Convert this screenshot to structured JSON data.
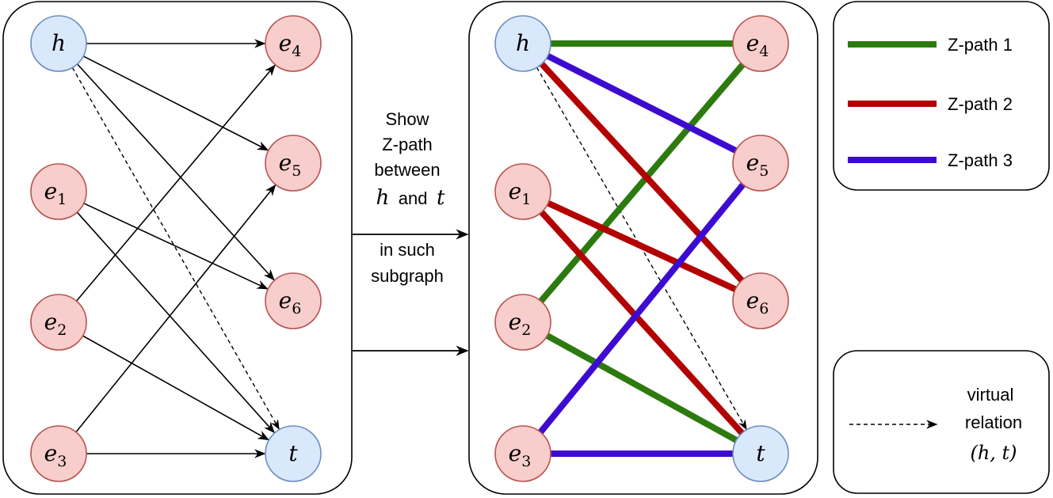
{
  "left_graph": {
    "nodes": [
      {
        "id": "h",
        "label": "h",
        "sub": "",
        "kind": "blue"
      },
      {
        "id": "e4",
        "label": "e",
        "sub": "4",
        "kind": "red"
      },
      {
        "id": "e5",
        "label": "e",
        "sub": "5",
        "kind": "red"
      },
      {
        "id": "e1",
        "label": "e",
        "sub": "1",
        "kind": "red"
      },
      {
        "id": "e6",
        "label": "e",
        "sub": "6",
        "kind": "red"
      },
      {
        "id": "e2",
        "label": "e",
        "sub": "2",
        "kind": "red"
      },
      {
        "id": "e3",
        "label": "e",
        "sub": "3",
        "kind": "red"
      },
      {
        "id": "t",
        "label": "t",
        "sub": "",
        "kind": "blue"
      }
    ],
    "edges": [
      {
        "from": "h",
        "to": "e4"
      },
      {
        "from": "h",
        "to": "e5"
      },
      {
        "from": "h",
        "to": "e6"
      },
      {
        "from": "e1",
        "to": "e6"
      },
      {
        "from": "e1",
        "to": "t"
      },
      {
        "from": "e2",
        "to": "e4"
      },
      {
        "from": "e2",
        "to": "t"
      },
      {
        "from": "e3",
        "to": "e5"
      },
      {
        "from": "e3",
        "to": "t"
      }
    ],
    "virtual_edge": {
      "from": "h",
      "to": "t"
    }
  },
  "transition": {
    "lines": [
      "Show",
      "Z-path",
      "between"
    ],
    "math_h": "h",
    "and_word": "and",
    "math_t": "t",
    "lines2": [
      "in such",
      "subgraph"
    ]
  },
  "right_graph": {
    "paths": [
      {
        "name": "Z-path 1",
        "color": "#2d7a0f",
        "segments": [
          [
            "h",
            "e4"
          ],
          [
            "e4",
            "e2"
          ],
          [
            "e2",
            "t"
          ]
        ]
      },
      {
        "name": "Z-path 2",
        "color": "#b30000",
        "segments": [
          [
            "h",
            "e6"
          ],
          [
            "e6",
            "e1"
          ],
          [
            "e1",
            "t"
          ]
        ]
      },
      {
        "name": "Z-path 3",
        "color": "#3d0bd0",
        "segments": [
          [
            "h",
            "e5"
          ],
          [
            "e5",
            "e3"
          ],
          [
            "e3",
            "t"
          ]
        ]
      }
    ],
    "virtual_edge": {
      "from": "h",
      "to": "t"
    }
  },
  "legend": {
    "items": [
      {
        "label": "Z-path 1",
        "color": "#2d7a0f"
      },
      {
        "label": "Z-path 2",
        "color": "#b30000"
      },
      {
        "label": "Z-path 3",
        "color": "#3d0bd0"
      }
    ]
  },
  "virtual_legend": {
    "lines": [
      "virtual",
      "relation"
    ],
    "pair": "(h, t)"
  },
  "colors": {
    "blue_fill": "#dae8fc",
    "blue_stroke": "#6c8ebf",
    "red_fill": "#f8cecc",
    "red_stroke": "#b85450"
  }
}
